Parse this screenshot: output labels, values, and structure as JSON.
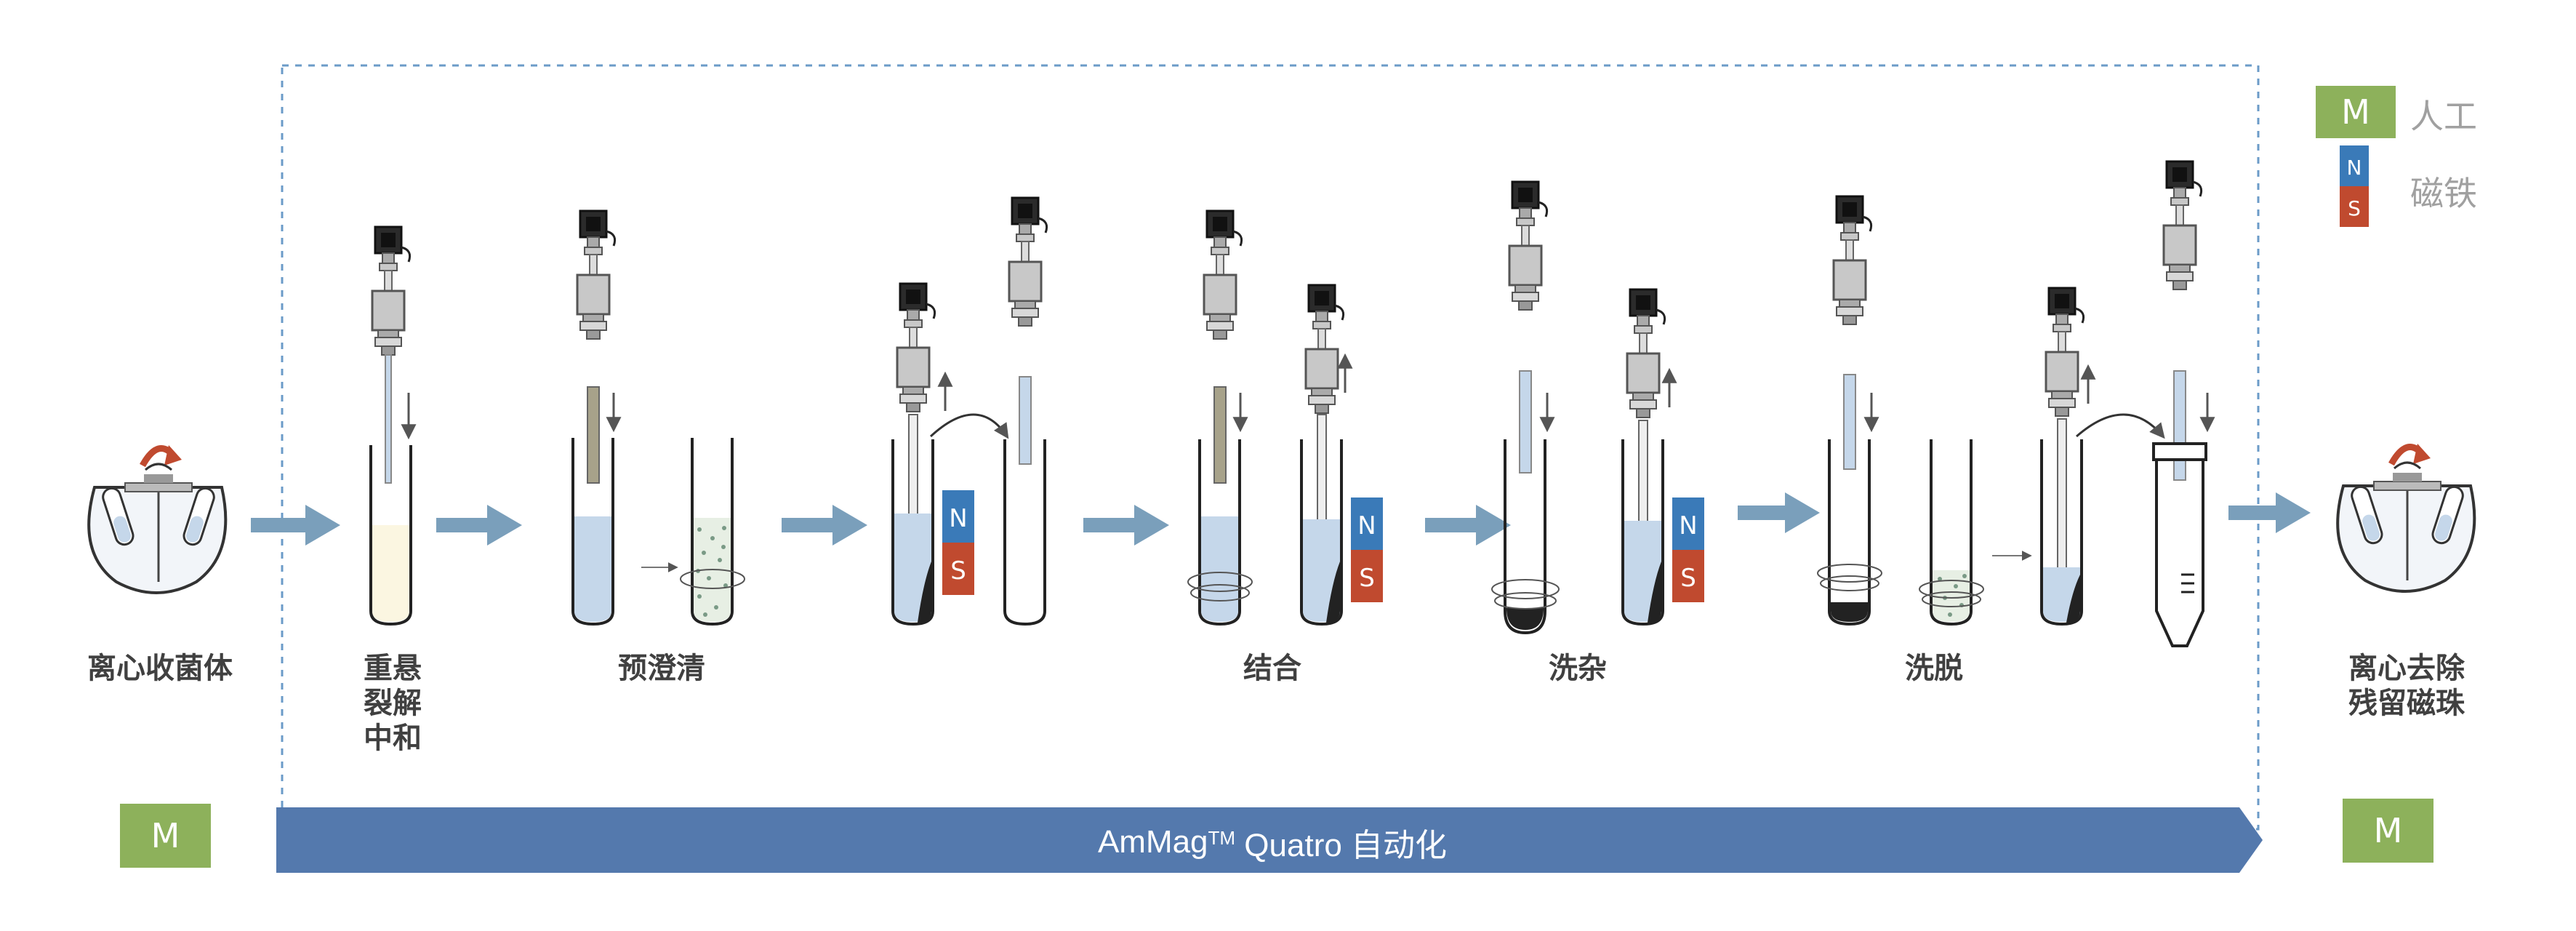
{
  "legend": {
    "manual_badge": "M",
    "manual_label": "人工",
    "magnet_n": "N",
    "magnet_s": "S",
    "magnet_label": "磁铁"
  },
  "steps": [
    {
      "id": "step-centrifuge-harvest",
      "label": "离心收菌体"
    },
    {
      "id": "step-resuspend-lyse-neutralize",
      "label": "重悬\n裂解\n中和"
    },
    {
      "id": "step-preclear",
      "label": "预澄清"
    },
    {
      "id": "step-bind",
      "label": "结合"
    },
    {
      "id": "step-wash",
      "label": "洗杂"
    },
    {
      "id": "step-elute",
      "label": "洗脱"
    },
    {
      "id": "step-centrifuge-remove-beads",
      "label": "离心去除\n残留磁珠"
    }
  ],
  "manual_badges": {
    "left": "M",
    "right": "M"
  },
  "automation_banner": {
    "prefix": "AmMag",
    "superscript": "TM",
    "suffix": " Quatro 自动化"
  },
  "colors": {
    "arrow": "#7a9fbb",
    "banner": "#5479ad",
    "dashed_frame": "#6b9bc8",
    "manual_badge": "#8db15b",
    "magnet_n": "#3a7ab8",
    "magnet_s": "#c04a2f",
    "liquid": "#c5d7ea",
    "lysate": "#fbf6e1",
    "beads_dark": "#333333"
  }
}
